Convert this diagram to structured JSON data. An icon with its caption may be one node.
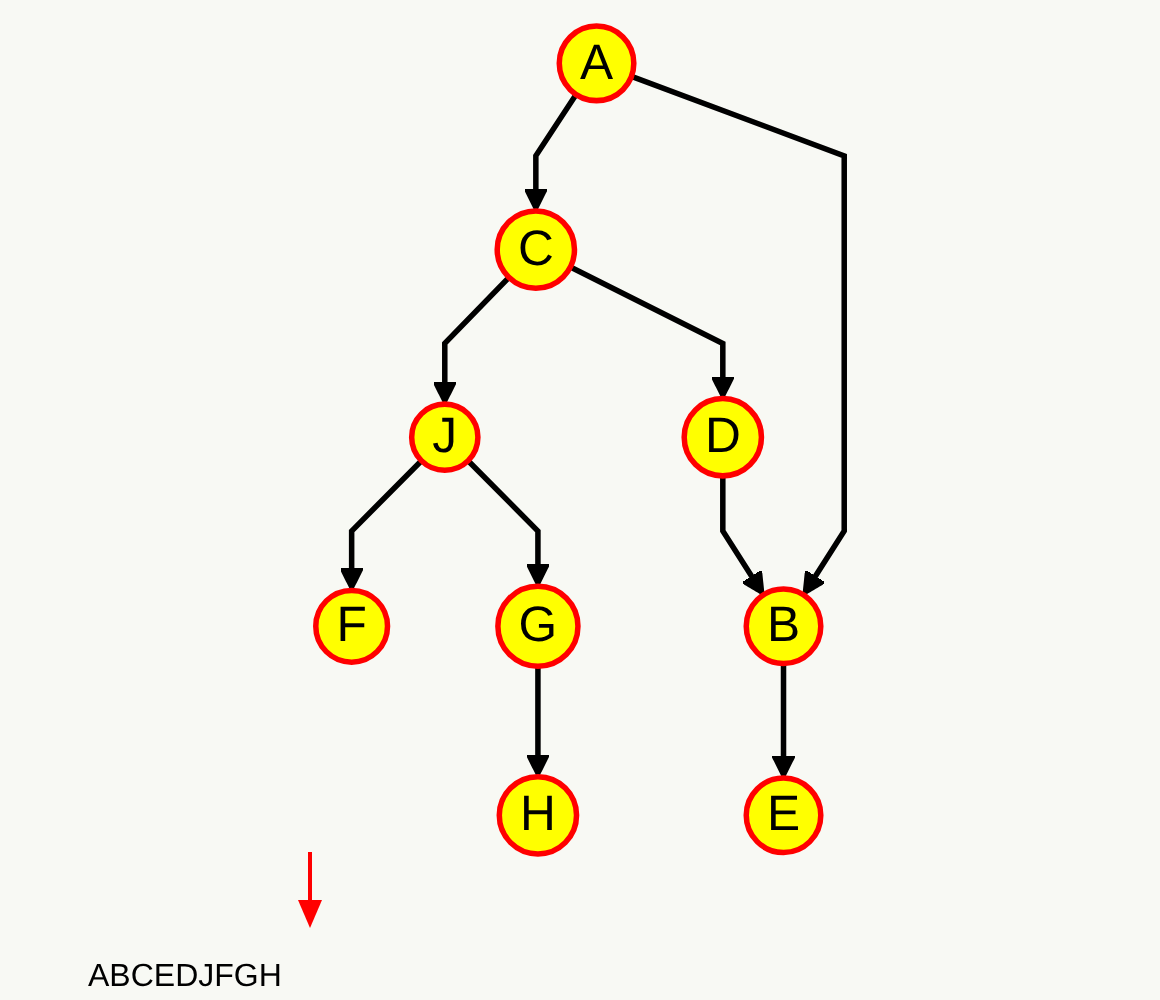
{
  "diagram": {
    "nodes": [
      {
        "text": [
          "A"
        ]
      },
      {
        "text": [
          "C"
        ]
      },
      {
        "text": [
          "J"
        ]
      },
      {
        "text": [
          "B"
        ]
      },
      {
        "text": [
          "D"
        ]
      },
      {
        "text": [
          "F"
        ]
      },
      {
        "text": [
          "G"
        ]
      },
      {
        "text": [
          "E"
        ]
      },
      {
        "text": [
          "H"
        ]
      }
    ],
    "edges": [
      {
        "from": 0,
        "to": 1,
        "arrow": "to"
      },
      {
        "from": 0,
        "to": 3,
        "arrow": "to"
      },
      {
        "from": 1,
        "to": 2,
        "arrow": "to"
      },
      {
        "from": 1,
        "to": 4,
        "arrow": "to"
      },
      {
        "from": 4,
        "to": 3,
        "arrow": "to"
      },
      {
        "from": 3,
        "to": 7,
        "arrow": "to"
      },
      {
        "from": 2,
        "to": 5,
        "arrow": "to"
      },
      {
        "from": 2,
        "to": 6,
        "arrow": "to"
      },
      {
        "from": 6,
        "to": 8,
        "arrow": "to"
      }
    ],
    "labels": [
      "ABCEDJFGH"
    ]
  }
}
